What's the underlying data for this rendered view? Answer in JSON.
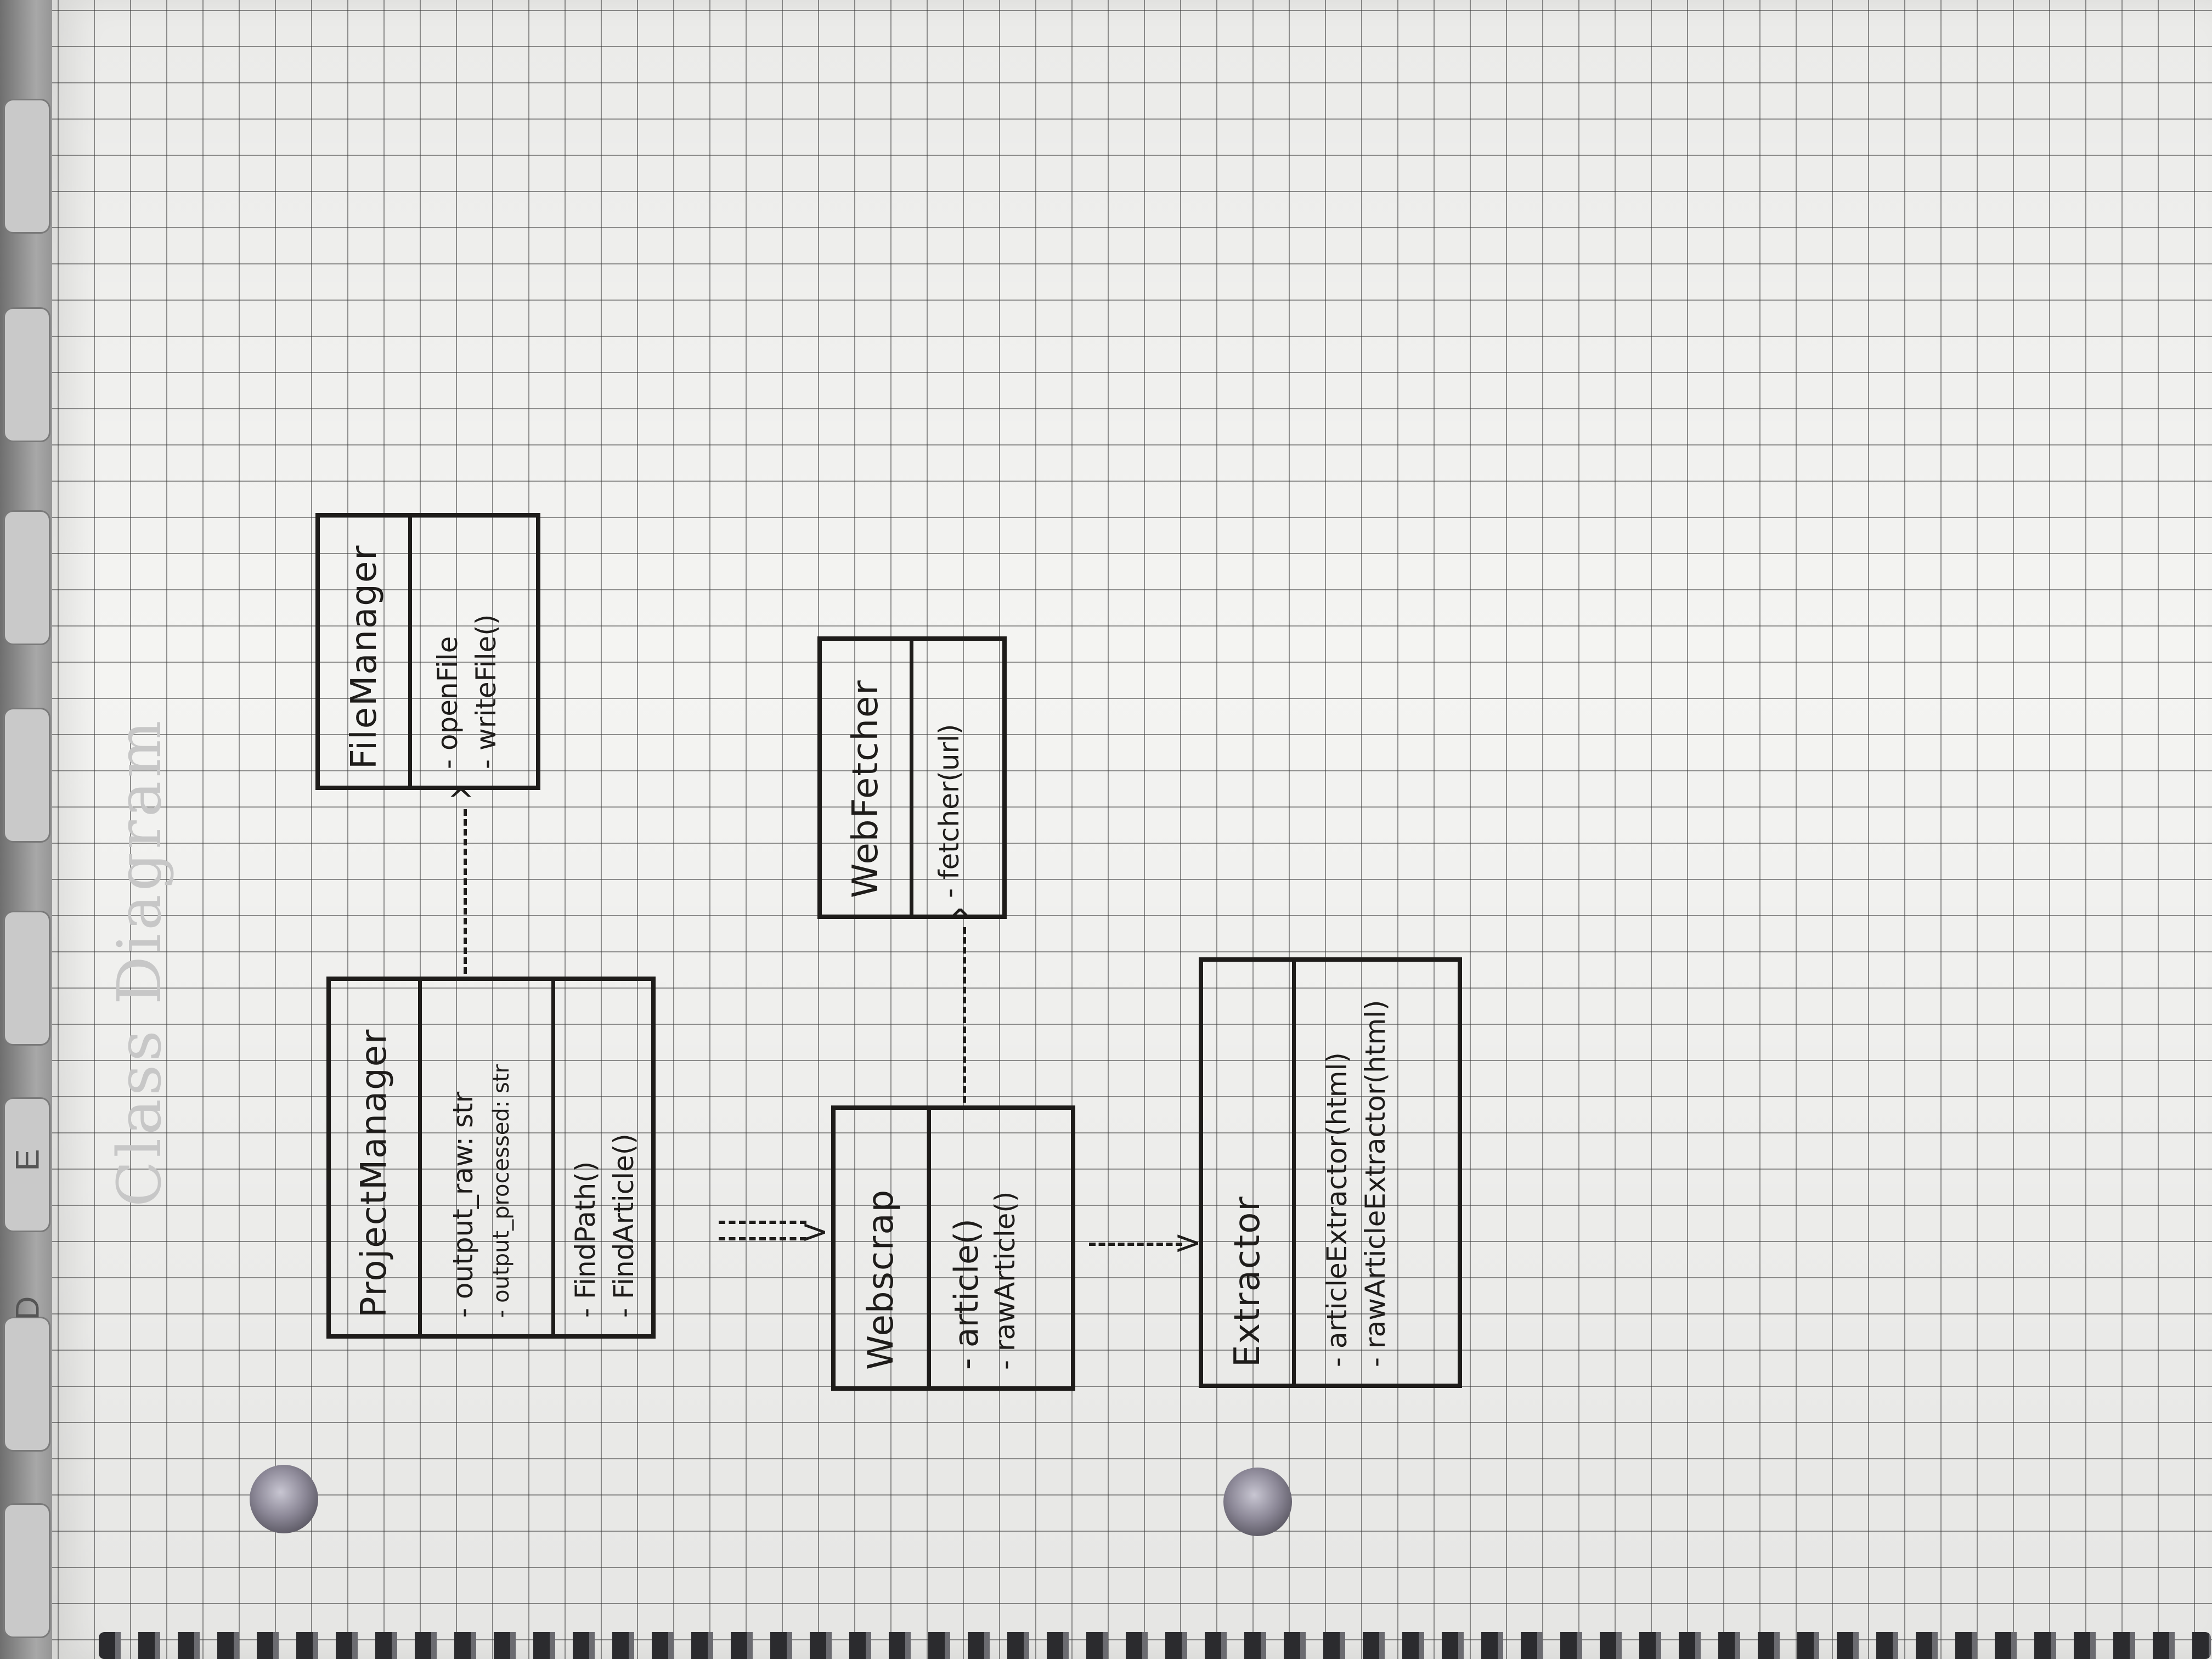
{
  "diagram": {
    "faint_title": "Class Diagram",
    "classes": [
      {
        "name": "ProjectManager",
        "attributes": [
          "- output_raw: str",
          "- output_processed: str"
        ],
        "methods": [
          "- FindPath()",
          "- FindArticle()"
        ]
      },
      {
        "name": "FileManager",
        "attributes": [],
        "methods": [
          "- openFile",
          "- writeFile()"
        ]
      },
      {
        "name": "Webscrap",
        "attributes": [],
        "methods": [
          "- article()",
          "- rawArticle()"
        ]
      },
      {
        "name": "WebFetcher",
        "attributes": [],
        "methods": [
          "- fetcher(url)"
        ]
      },
      {
        "name": "Extractor",
        "attributes": [],
        "methods": [
          "- articleExtractor(html)",
          "- rawArticleExtractor(html)"
        ]
      }
    ],
    "relations": [
      {
        "from": "ProjectManager",
        "to": "FileManager",
        "style": "dashed-arrow"
      },
      {
        "from": "ProjectManager",
        "to": "Webscrap",
        "style": "dashed-arrow"
      },
      {
        "from": "Webscrap",
        "to": "WebFetcher",
        "style": "dashed-arrow"
      },
      {
        "from": "Webscrap",
        "to": "Extractor",
        "style": "dashed-arrow"
      }
    ]
  },
  "keyboard": {
    "keys": [
      "E",
      "D"
    ]
  },
  "colors": {
    "ink": "#1e1c1a",
    "paper": "#f4f4f2",
    "grid": "#3c3c3c"
  }
}
